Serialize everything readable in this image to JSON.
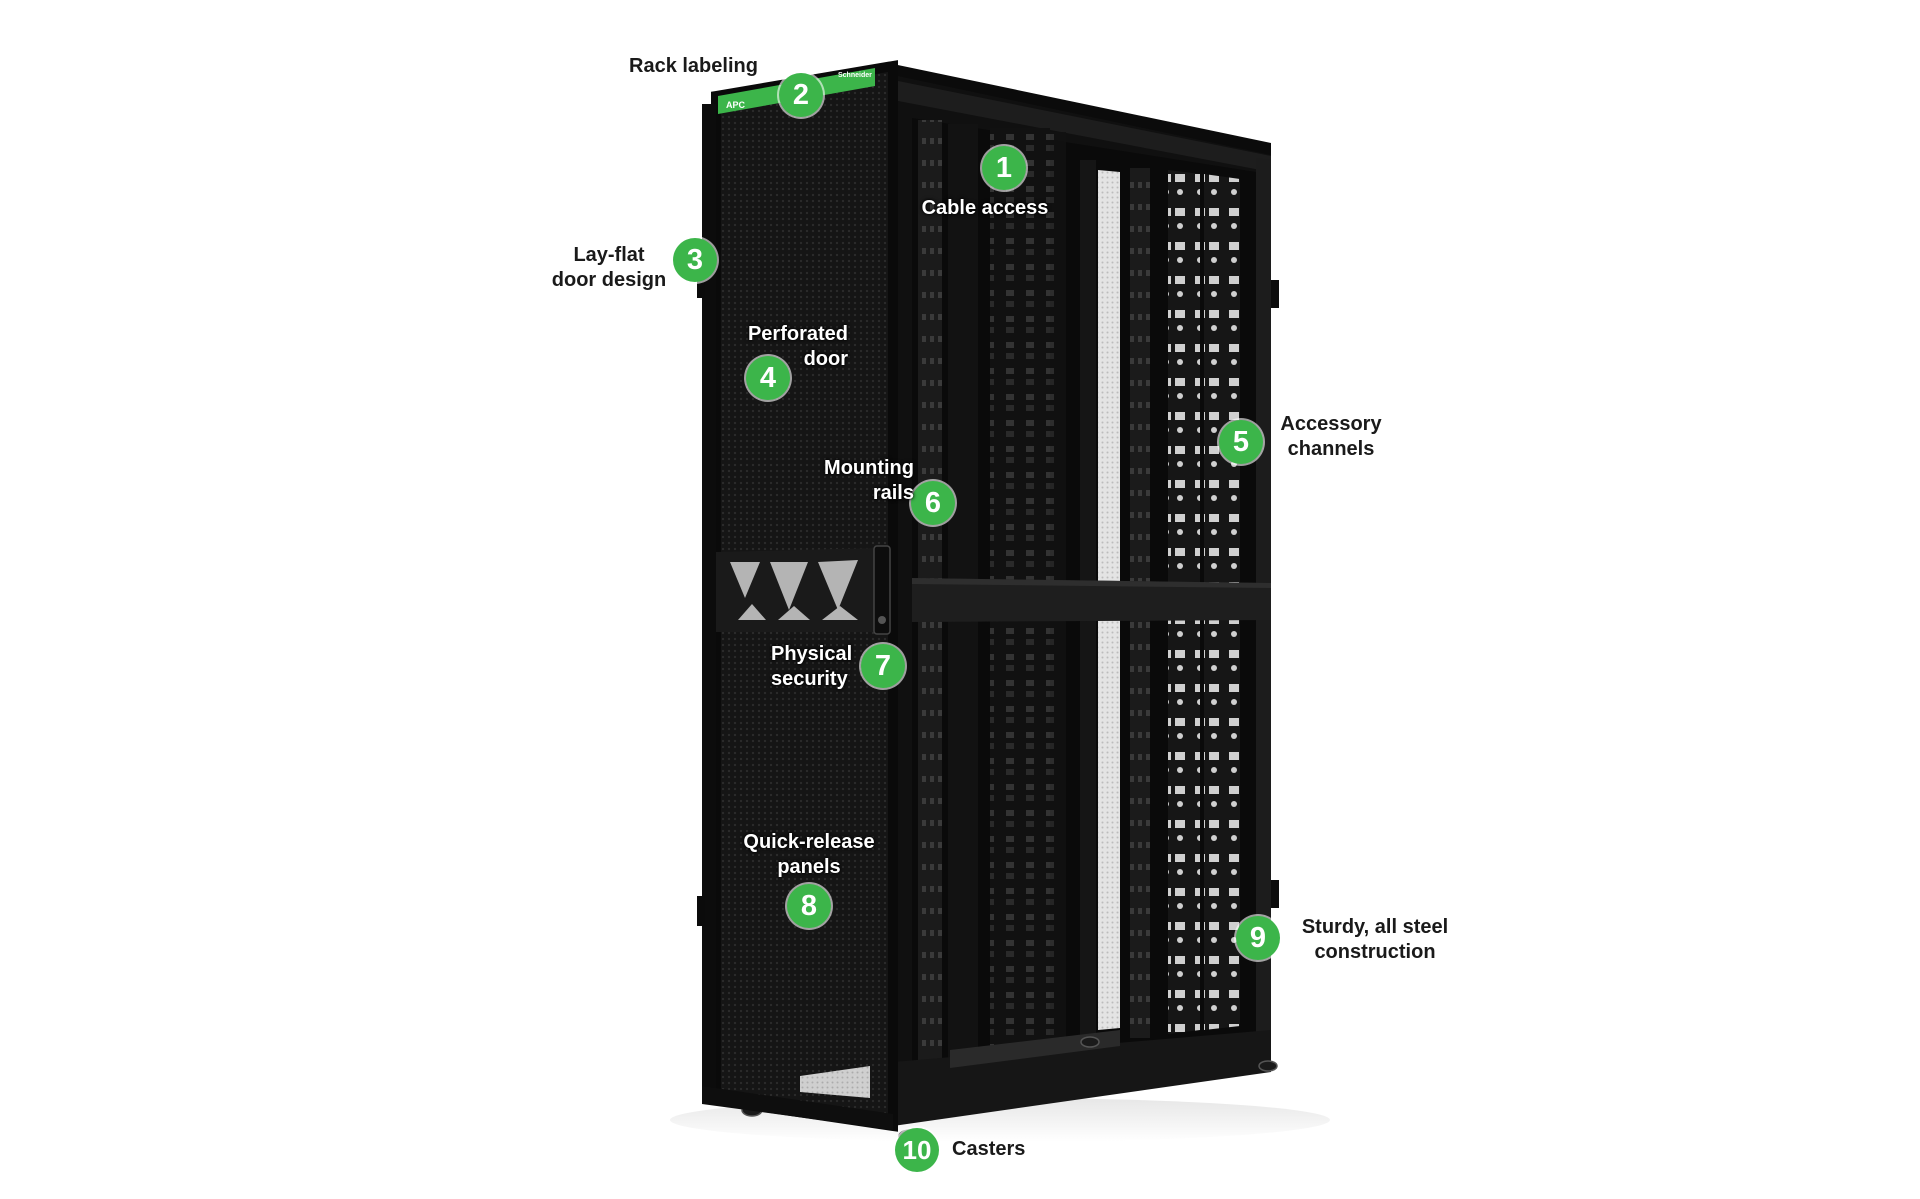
{
  "brand": {
    "left": "APC",
    "right": "Schneider"
  },
  "callouts": [
    {
      "number": "1",
      "label": "Cable access"
    },
    {
      "number": "2",
      "label": "Rack labeling"
    },
    {
      "number": "3",
      "label": "Lay-flat\ndoor design"
    },
    {
      "number": "4",
      "label": "Perforated\ndoor"
    },
    {
      "number": "5",
      "label": "Accessory\nchannels"
    },
    {
      "number": "6",
      "label": "Mounting\nrails"
    },
    {
      "number": "7",
      "label": "Physical\nsecurity"
    },
    {
      "number": "8",
      "label": "Quick-release\npanels"
    },
    {
      "number": "9",
      "label": "Sturdy, all steel\nconstruction"
    },
    {
      "number": "10",
      "label": "Casters"
    }
  ],
  "colors": {
    "accent": "#3cb54a",
    "rack_body": "#111111",
    "background": "#ffffff"
  }
}
